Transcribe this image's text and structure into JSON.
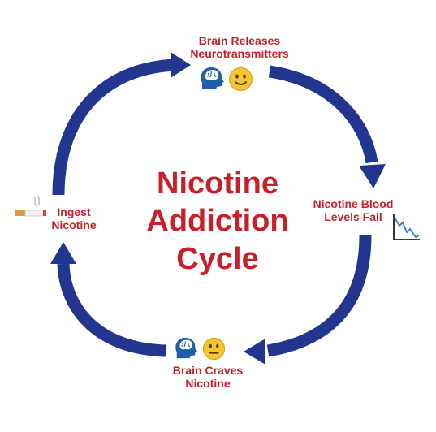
{
  "title": {
    "line1": "Nicotine",
    "line2": "Addiction",
    "line3": "Cycle"
  },
  "stages": {
    "brain_releases": {
      "line1": "Brain Releases",
      "line2": "Neurotransmitters",
      "icons": [
        "brain-head-icon",
        "happy-face-icon"
      ]
    },
    "blood_levels": {
      "line1": "Nicotine Blood",
      "line2": "Levels Fall",
      "icons": [
        "falling-line-chart-icon"
      ]
    },
    "brain_craves": {
      "line1": "Brain Craves",
      "line2": "Nicotine",
      "icons": [
        "brain-head-icon",
        "neutral-face-icon"
      ]
    },
    "ingest": {
      "line1": "Ingest",
      "line2": "Nicotine",
      "icons": [
        "cigarette-icon"
      ]
    }
  },
  "colors": {
    "arrow": "#22368f",
    "text": "#c8202a",
    "brain": "#1f5fa8",
    "face": "#f7c531"
  }
}
